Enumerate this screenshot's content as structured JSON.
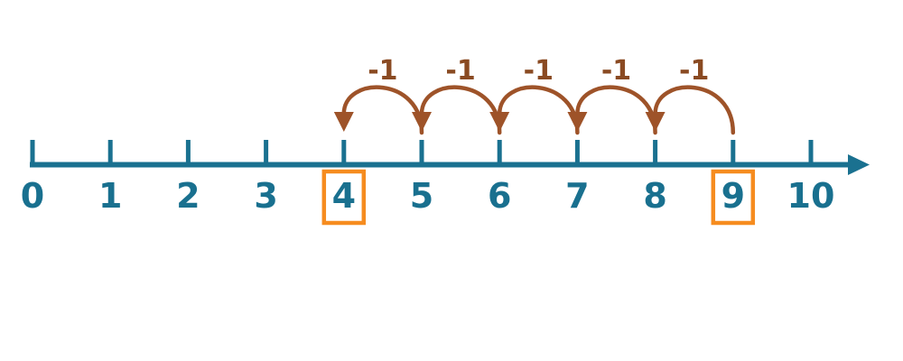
{
  "figure": {
    "description": "Number line from 0 to 10 showing five jumps of -1 from 9 back to 4",
    "background_color": "#ffffff"
  },
  "number_line": {
    "start": 0,
    "end": 10,
    "tick_labels": [
      "0",
      "1",
      "2",
      "3",
      "4",
      "5",
      "6",
      "7",
      "8",
      "9",
      "10"
    ],
    "highlighted_values": [
      4,
      9
    ],
    "line_color": "#1a7190",
    "label_color": "#19708f",
    "highlight_box_color": "#f68c1f"
  },
  "jumps": {
    "step_label": "-1",
    "count": 5,
    "start_value": 9,
    "end_value": 4,
    "direction": "left",
    "labels": [
      "-1",
      "-1",
      "-1",
      "-1",
      "-1"
    ],
    "arc_color": "#9e5329",
    "label_color": "#8a4a22"
  }
}
